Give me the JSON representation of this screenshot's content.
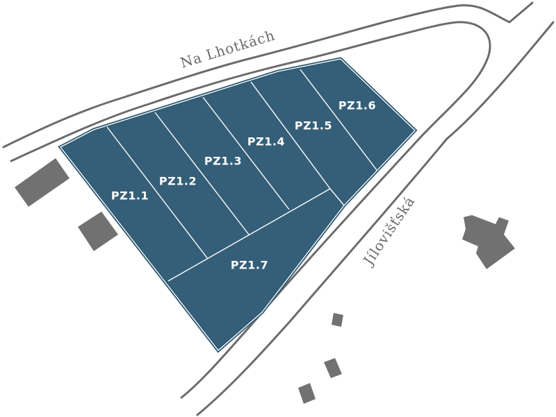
{
  "streets": {
    "north": "Na Lhotkách",
    "east": "Jílovišťská"
  },
  "plots": [
    {
      "id": "PZ1.1"
    },
    {
      "id": "PZ1.2"
    },
    {
      "id": "PZ1.3"
    },
    {
      "id": "PZ1.4"
    },
    {
      "id": "PZ1.5"
    },
    {
      "id": "PZ1.6"
    },
    {
      "id": "PZ1.7"
    }
  ],
  "colors": {
    "plot_fill": "#355f78",
    "road_line": "#6b6b6b",
    "building": "#717171"
  }
}
